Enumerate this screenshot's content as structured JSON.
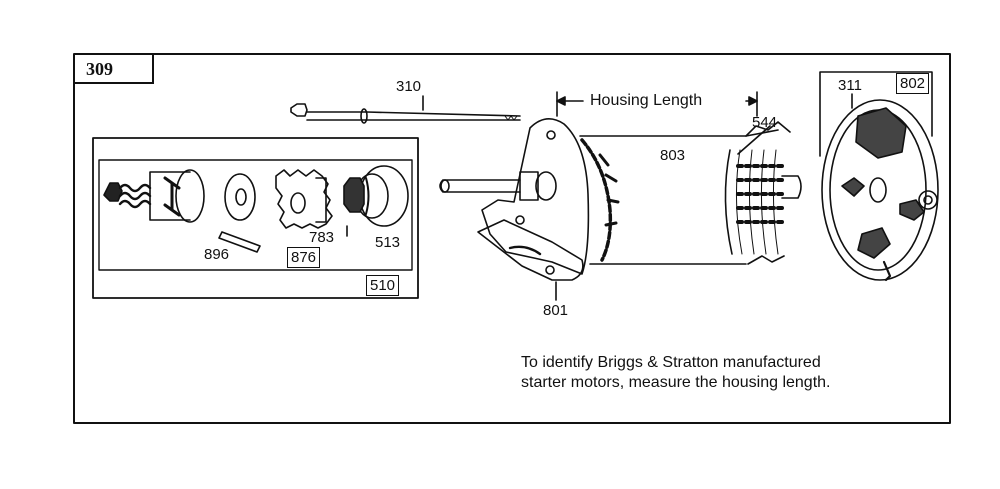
{
  "figure": {
    "panel_number": "309",
    "housing_length_label": "Housing Length",
    "note_lines": [
      "To identify Briggs & Stratton manufactured",
      "starter motors, measure the housing length."
    ],
    "parts": {
      "bolt": "310",
      "end_cap_left": "801",
      "housing": "803",
      "armature": "544",
      "brush": "311",
      "end_cap_right": "802",
      "drive_assembly": "510",
      "pinion_gear": "783",
      "nut": "513",
      "drive_kit": "876",
      "roll_pin": "896"
    }
  }
}
